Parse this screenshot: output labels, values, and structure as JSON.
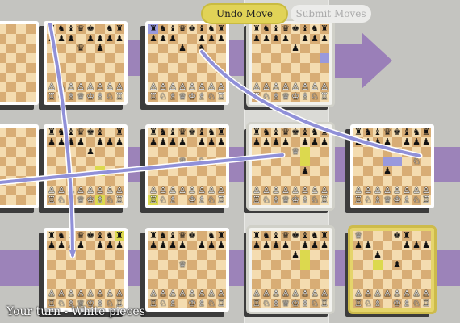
{
  "buttons": {
    "undo": "Undo Move",
    "submit": "Submit Moves"
  },
  "status": "Your turn - White pieces",
  "colors": {
    "timeline": "#9a7fb8",
    "highlight": "#dcd94e",
    "move_marker": "#9999dd",
    "move_arrow": "#9090d8"
  },
  "boards": [
    {
      "id": "b-r0-c0",
      "type": "normal",
      "rows": [
        ".........",
        "",
        "",
        "",
        "",
        "",
        "",
        ""
      ],
      "hl": []
    },
    {
      "id": "b-r0-c1",
      "type": "normal",
      "rows": [
        "rnbqk.nr",
        "ppp.pppp",
        "...q.p..",
        "........",
        "........",
        "........",
        "PPPPPPPP",
        "RNBQKBNR"
      ],
      "hl": []
    },
    {
      "id": "b-r0-c2",
      "type": "normal",
      "rows": [
        "rnbqkbnr",
        "ppp..ppp",
        "...p.n..",
        "........",
        "........",
        "........",
        "PPPPPPPP",
        "RNBQKBNR"
      ],
      "hl": []
    },
    {
      "id": "b-r0-c3",
      "type": "present",
      "rows": [
        "rnbqkbnr",
        "pppp.ppp",
        "....p...",
        "........",
        "........",
        "........",
        "PPPPPPPP",
        "RNBQKBNR"
      ],
      "hl": []
    },
    {
      "id": "b-r1-c0",
      "type": "normal",
      "rows": [
        "........",
        "",
        "",
        "",
        "",
        "",
        "",
        ""
      ],
      "hl": []
    },
    {
      "id": "b-r1-c1",
      "type": "normal",
      "rows": [
        "rnbqkb.r",
        "pppp.ppp",
        "....p...",
        "........",
        "........",
        "........",
        "PPPPPPPP",
        "RNBQKBNR"
      ],
      "hl": []
    },
    {
      "id": "b-r1-c2",
      "type": "normal",
      "rows": [
        "rnbqkbnr",
        "pppp.ppp",
        "........",
        "...Q.N..",
        "........",
        "........",
        "PPPPPPPP",
        "RNB.KBNR"
      ],
      "hl": []
    },
    {
      "id": "b-r1-c3",
      "type": "present",
      "rows": [
        "rnbqkbnr",
        "pppp.ppp",
        "....Q...",
        "........",
        ".....p..",
        "........",
        "PPPPPPPP",
        "RNBQKBNR"
      ],
      "hl": []
    },
    {
      "id": "b-r1-c4",
      "type": "normal",
      "rows": [
        "rnbqkbnr",
        "pppp.ppp",
        "........",
        "......N.",
        "...p....",
        "........",
        "PPPPPPPP",
        "RNBQKBNR"
      ],
      "hl": []
    },
    {
      "id": "b-r2-c1",
      "type": "normal",
      "rows": [
        "rnbqkbnr",
        "pppp.ppp",
        "........",
        "........",
        "........",
        "........",
        "PPPPPPPP",
        "RNBQKBNR"
      ],
      "hl": []
    },
    {
      "id": "b-r2-c2",
      "type": "normal",
      "rows": [
        "rnbqk.nr",
        "pppp.ppp",
        "........",
        "...Q....",
        "........",
        "........",
        "PPPPPPPP",
        "RNB.KBNR"
      ],
      "hl": []
    },
    {
      "id": "b-r2-c3",
      "type": "present",
      "rows": [
        "rnbqkbnr",
        "pppp.ppp",
        "....p...",
        "........",
        "........",
        "........",
        "PPPPPPPP",
        "RNBQKBNR"
      ],
      "hl": []
    },
    {
      "id": "b-r2-c4",
      "type": "active",
      "rows": [
        "Q...kr..",
        "pp...ppp",
        "..p.....",
        "....p...",
        "........",
        "........",
        "PPPPPPPP",
        "RNB.KBNR"
      ],
      "hl": []
    }
  ]
}
